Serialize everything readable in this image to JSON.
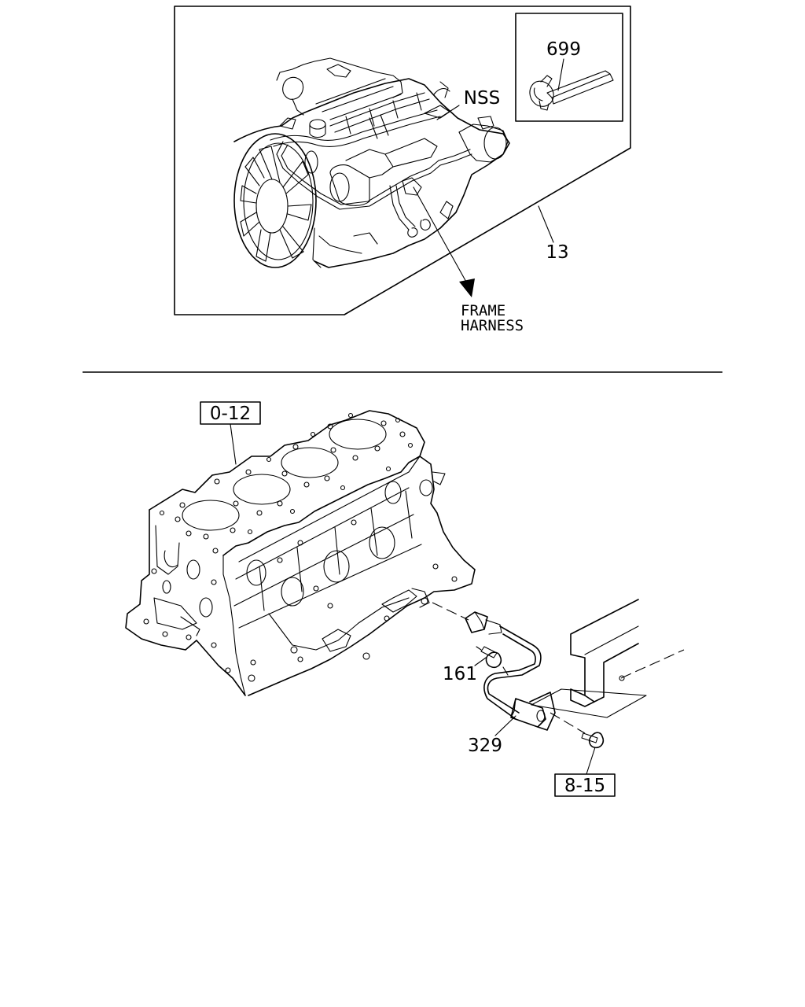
{
  "callouts": {
    "nss": "NSS",
    "part_699": "699",
    "part_13": "13",
    "frame_harness_line1": "FRAME",
    "frame_harness_line2": "HARNESS",
    "ref_0_12": "0-12",
    "part_161": "161",
    "part_329": "329",
    "ref_8_15": "8-15"
  },
  "icons": [
    "engine-assembly-illustration",
    "harness-clip-illustration",
    "cylinder-block-illustration",
    "sensor-bracket-illustration",
    "frame-rail-illustration",
    "arrow-down-icon"
  ]
}
